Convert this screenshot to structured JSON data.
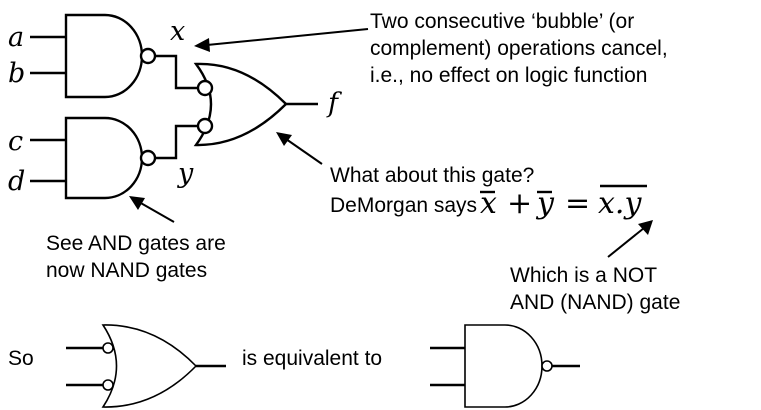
{
  "labels": {
    "a": "a",
    "b": "b",
    "c": "c",
    "d": "d",
    "x": "x",
    "y": "y",
    "f": "f"
  },
  "annotations": {
    "bubble_note": [
      "Two consecutive ‘bubble’ (or",
      "complement) operations cancel,",
      "i.e., no effect on logic function"
    ],
    "gate_question": "What about this gate?",
    "demorgan_prefix": "DeMorgan says",
    "nand_note": [
      "See AND gates are",
      "now NAND gates"
    ],
    "which_note": [
      "Which is a NOT",
      "AND (NAND) gate"
    ]
  },
  "equation": {
    "x_var": "x",
    "plus": "+",
    "y_var": "y",
    "equals": "=",
    "rhs": "x.y"
  },
  "bottom": {
    "so": "So",
    "equivalent": "is  equivalent to"
  }
}
